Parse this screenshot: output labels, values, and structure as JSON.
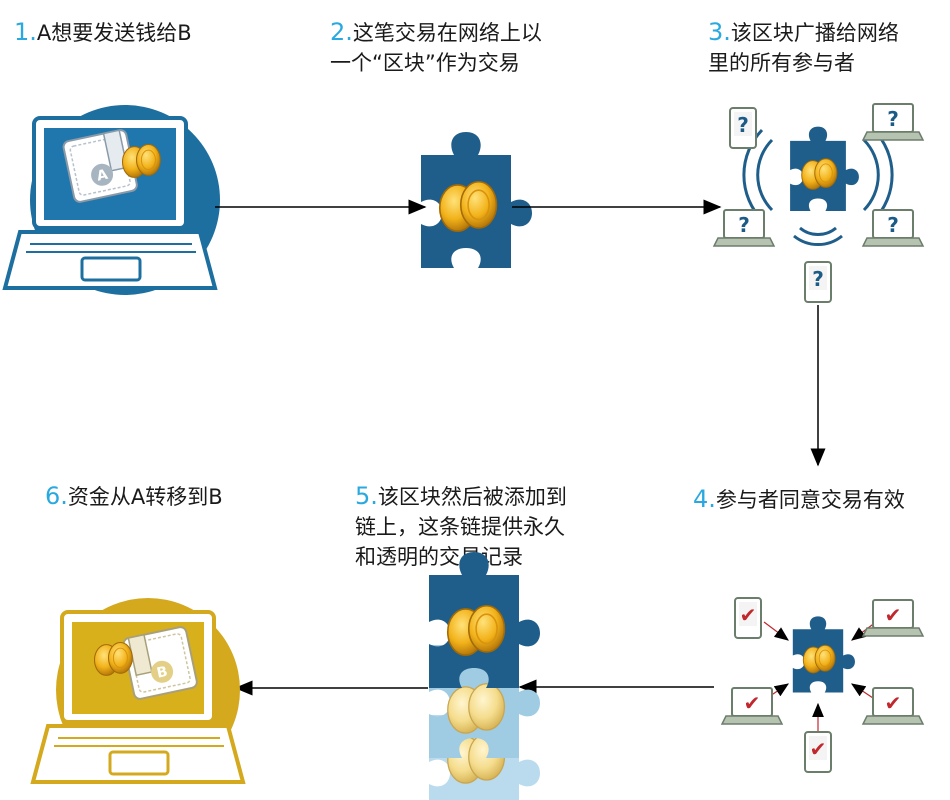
{
  "steps": [
    {
      "num": "1.",
      "lines": [
        "A想要发送钱给B"
      ]
    },
    {
      "num": "2.",
      "lines": [
        "这笔交易在网络上以",
        "一个“区块”作为交易"
      ]
    },
    {
      "num": "3.",
      "lines": [
        "该区块广播给网络",
        "里的所有参与者"
      ]
    },
    {
      "num": "4.",
      "lines": [
        "参与者同意交易有效"
      ]
    },
    {
      "num": "5.",
      "lines": [
        "该区块然后被添加到",
        "链上，这条链提供永久",
        "和透明的交易记录"
      ]
    },
    {
      "num": "6.",
      "lines": [
        "资金从A转移到B"
      ]
    }
  ],
  "labels": {
    "sender_badge": "A",
    "receiver_badge": "B",
    "unknown_mark": "?",
    "approved_mark": "✔"
  },
  "colors": {
    "step_number": "#29a9e0",
    "puzzle_blue": "#1f5e8a",
    "sender_circle": "#1d6fa0",
    "receiver_circle": "#d4a91e",
    "laptop_sender_screen": "#1f77ad",
    "laptop_receiver_screen": "#d8b01c",
    "light_chain": "#9fcbe3",
    "check_red": "#c0282d",
    "question_blue": "#1b5b86",
    "coin_gold": "#f2b21a",
    "arrow": "#000000"
  }
}
